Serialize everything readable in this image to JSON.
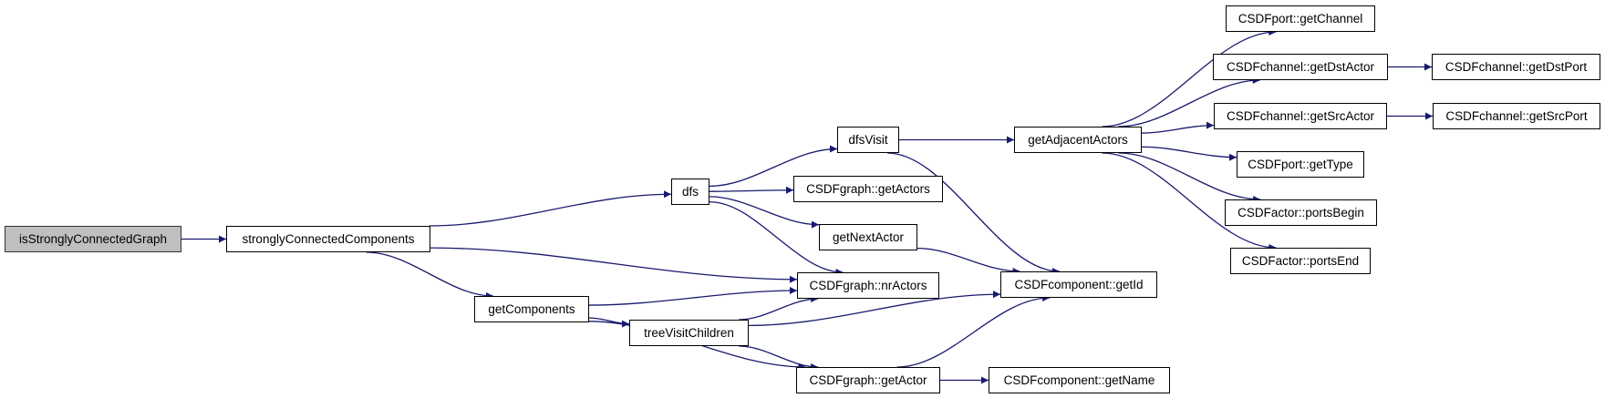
{
  "colors": {
    "edge": "#191970",
    "root_fill": "#bfbfbf",
    "node_fill": "#ffffff",
    "border": "#000000"
  },
  "nodes": {
    "isStronglyConnectedGraph": "isStronglyConnectedGraph",
    "stronglyConnectedComponents": "stronglyConnectedComponents",
    "dfs": "dfs",
    "getComponents": "getComponents",
    "dfsVisit": "dfsVisit",
    "getActors": "CSDFgraph::getActors",
    "getNextActor": "getNextActor",
    "nrActors": "CSDFgraph::nrActors",
    "treeVisitChildren": "treeVisitChildren",
    "getActor": "CSDFgraph::getActor",
    "getAdjacentActors": "getAdjacentActors",
    "getId": "CSDFcomponent::getId",
    "getName": "CSDFcomponent::getName",
    "getChannel": "CSDFport::getChannel",
    "getDstActor": "CSDFchannel::getDstActor",
    "getSrcActor": "CSDFchannel::getSrcActor",
    "getType": "CSDFport::getType",
    "portsBegin": "CSDFactor::portsBegin",
    "portsEnd": "CSDFactor::portsEnd",
    "getDstPort": "CSDFchannel::getDstPort",
    "getSrcPort": "CSDFchannel::getSrcPort"
  },
  "edges": [
    [
      "isStronglyConnectedGraph",
      "stronglyConnectedComponents"
    ],
    [
      "stronglyConnectedComponents",
      "dfs"
    ],
    [
      "stronglyConnectedComponents",
      "nrActors"
    ],
    [
      "stronglyConnectedComponents",
      "getComponents"
    ],
    [
      "getComponents",
      "nrActors"
    ],
    [
      "getComponents",
      "treeVisitChildren"
    ],
    [
      "getComponents",
      "getActor"
    ],
    [
      "dfs",
      "dfsVisit"
    ],
    [
      "dfs",
      "getActors"
    ],
    [
      "dfs",
      "getNextActor"
    ],
    [
      "dfs",
      "nrActors"
    ],
    [
      "dfsVisit",
      "getAdjacentActors"
    ],
    [
      "dfsVisit",
      "getId"
    ],
    [
      "getNextActor",
      "getId"
    ],
    [
      "treeVisitChildren",
      "nrActors"
    ],
    [
      "treeVisitChildren",
      "getId"
    ],
    [
      "treeVisitChildren",
      "getActor"
    ],
    [
      "getActor",
      "getId"
    ],
    [
      "getActor",
      "getName"
    ],
    [
      "getAdjacentActors",
      "getChannel"
    ],
    [
      "getAdjacentActors",
      "getDstActor"
    ],
    [
      "getAdjacentActors",
      "getSrcActor"
    ],
    [
      "getAdjacentActors",
      "getType"
    ],
    [
      "getAdjacentActors",
      "portsBegin"
    ],
    [
      "getAdjacentActors",
      "portsEnd"
    ],
    [
      "getDstActor",
      "getDstPort"
    ],
    [
      "getSrcActor",
      "getSrcPort"
    ]
  ]
}
